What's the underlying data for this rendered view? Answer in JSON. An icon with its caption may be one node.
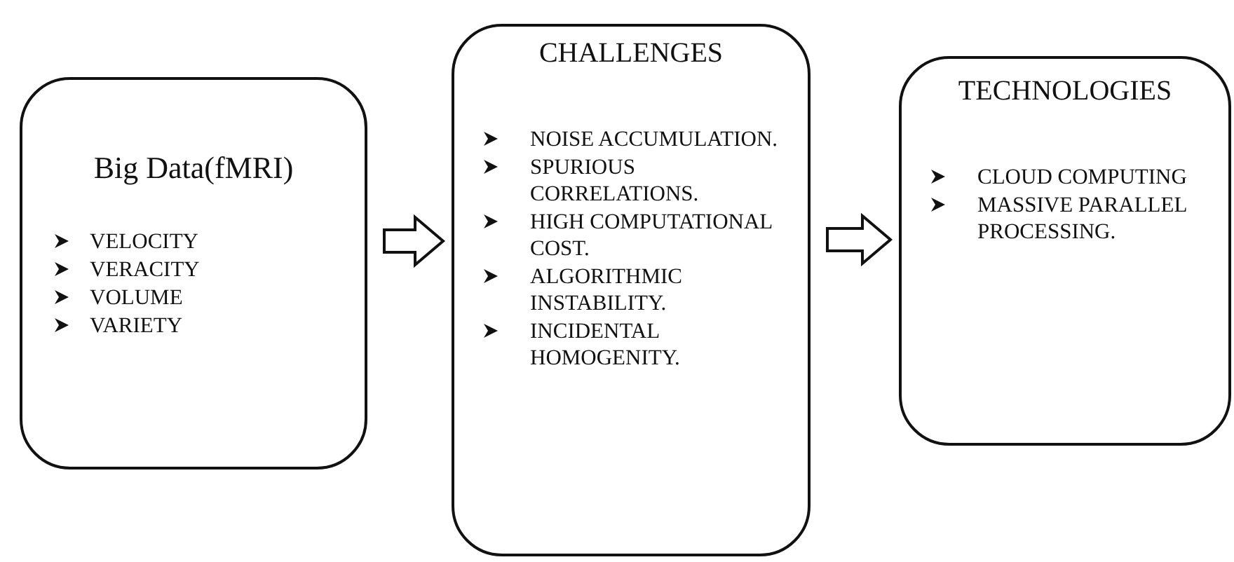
{
  "diagram": {
    "nodes": [
      {
        "text": [
          "Big Data(fMRI)",
          "VELOCITY",
          "VERACITY",
          "VOLUME",
          "VARIETY"
        ]
      },
      {
        "text": [
          "CHALLENGES",
          "NOISE ACCUMULATION.",
          "SPURIOUS CORRELATIONS.",
          "HIGH COMPUTATIONAL COST.",
          "ALGORITHMIC INSTABILITY.",
          "INCIDENTAL HOMOGENITY."
        ]
      },
      {
        "text": [
          "TECHNOLOGIES",
          "CLOUD COMPUTING",
          "MASSIVE PARALLEL PROCESSING."
        ]
      }
    ],
    "edges": [
      {
        "from": 0,
        "to": 1,
        "arrow": "to"
      },
      {
        "from": 1,
        "to": 2,
        "arrow": "to"
      }
    ]
  }
}
